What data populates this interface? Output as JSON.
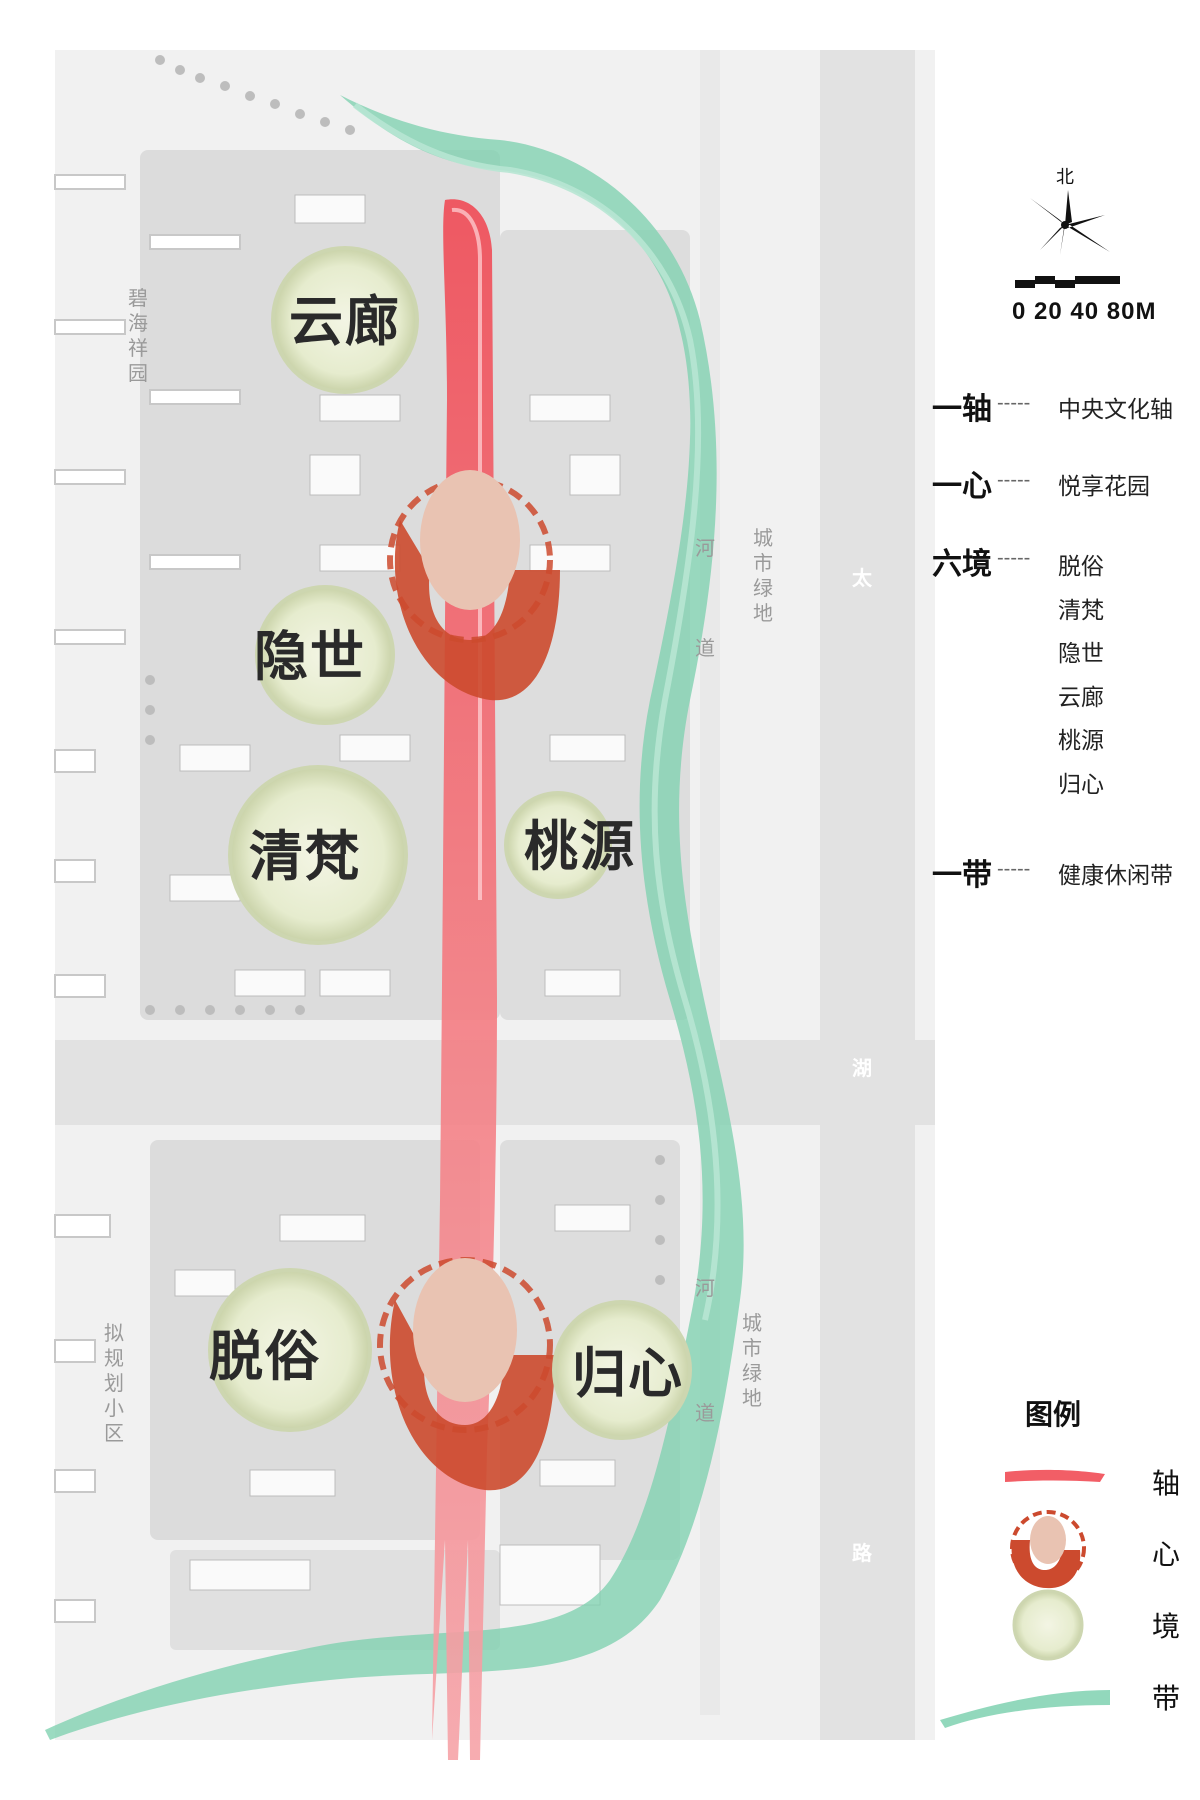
{
  "colors": {
    "axis": "#f25e66",
    "heart": "#cc4a2e",
    "heart_core": "#e9c3b2",
    "realm_fill": "#e8edd0",
    "realm_ring": "#cdd6b0",
    "belt": "#7fd1b0",
    "road": "#e4e4e4",
    "block": "#d0d0d0"
  },
  "map": {
    "place_labels": {
      "bihai": "碧海祥园",
      "ni_guihua": "拟规划小区",
      "hedao_top": "河道",
      "hedao_bottom": "河道",
      "lvdi_top": "城市绿地",
      "lvdi_bottom": "城市绿地",
      "taihu_road": "太湖路"
    },
    "zones": {
      "yunlang": "云廊",
      "yinshi": "隐世",
      "qingfan": "清梵",
      "taoyuan": "桃源",
      "tuosu": "脱俗",
      "guixin": "归心"
    }
  },
  "compass": {
    "north": "北",
    "icon": "north-arrow-icon"
  },
  "scale_bar": {
    "label": "0 20 40 80M"
  },
  "structure": {
    "axis": {
      "term": "一轴",
      "dash": "-----",
      "desc": "中央文化轴"
    },
    "heart": {
      "term": "一心",
      "dash": "-----",
      "desc": "悦享花园"
    },
    "realms": {
      "term": "六境",
      "dash": "-----",
      "items": [
        "脱俗",
        "清梵",
        "隐世",
        "云廊",
        "桃源",
        "归心"
      ]
    },
    "belt": {
      "term": "一带",
      "dash": "-----",
      "desc": "健康休闲带"
    }
  },
  "legend": {
    "title": "图例",
    "items": [
      {
        "label": "轴",
        "icon": "axis-brush-icon"
      },
      {
        "label": "心",
        "icon": "heart-swirl-icon"
      },
      {
        "label": "境",
        "icon": "realm-circle-icon"
      },
      {
        "label": "带",
        "icon": "belt-brush-icon"
      }
    ]
  }
}
